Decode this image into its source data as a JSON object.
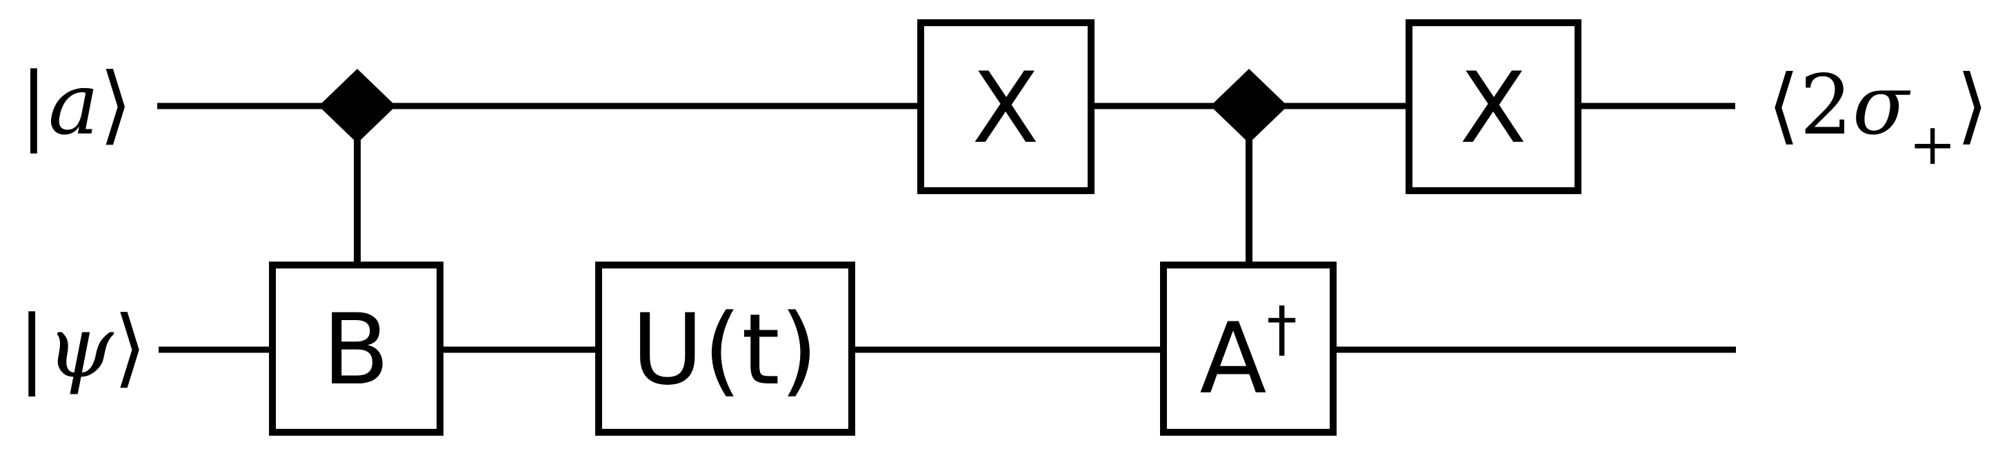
{
  "colors": {
    "ink": "#000000",
    "paper": "#ffffff"
  },
  "icons": {
    "control_diamond": "◆"
  },
  "qubit_labels": {
    "top_in": {
      "bar": "|",
      "symbol": "a",
      "ket": "⟩"
    },
    "bottom_in": {
      "bar": "|",
      "symbol": "ψ",
      "ket": "⟩"
    },
    "top_out": {
      "bra": "⟨",
      "coefficient": "2",
      "symbol": "σ",
      "subscript": "+",
      "ket": "⟩"
    }
  },
  "gates": {
    "b": {
      "label": "B"
    },
    "u": {
      "label": "U(t)"
    },
    "x1": {
      "label": "X"
    },
    "x2": {
      "label": "X"
    },
    "a_dagger": {
      "base": "A",
      "superscript": "†"
    }
  }
}
